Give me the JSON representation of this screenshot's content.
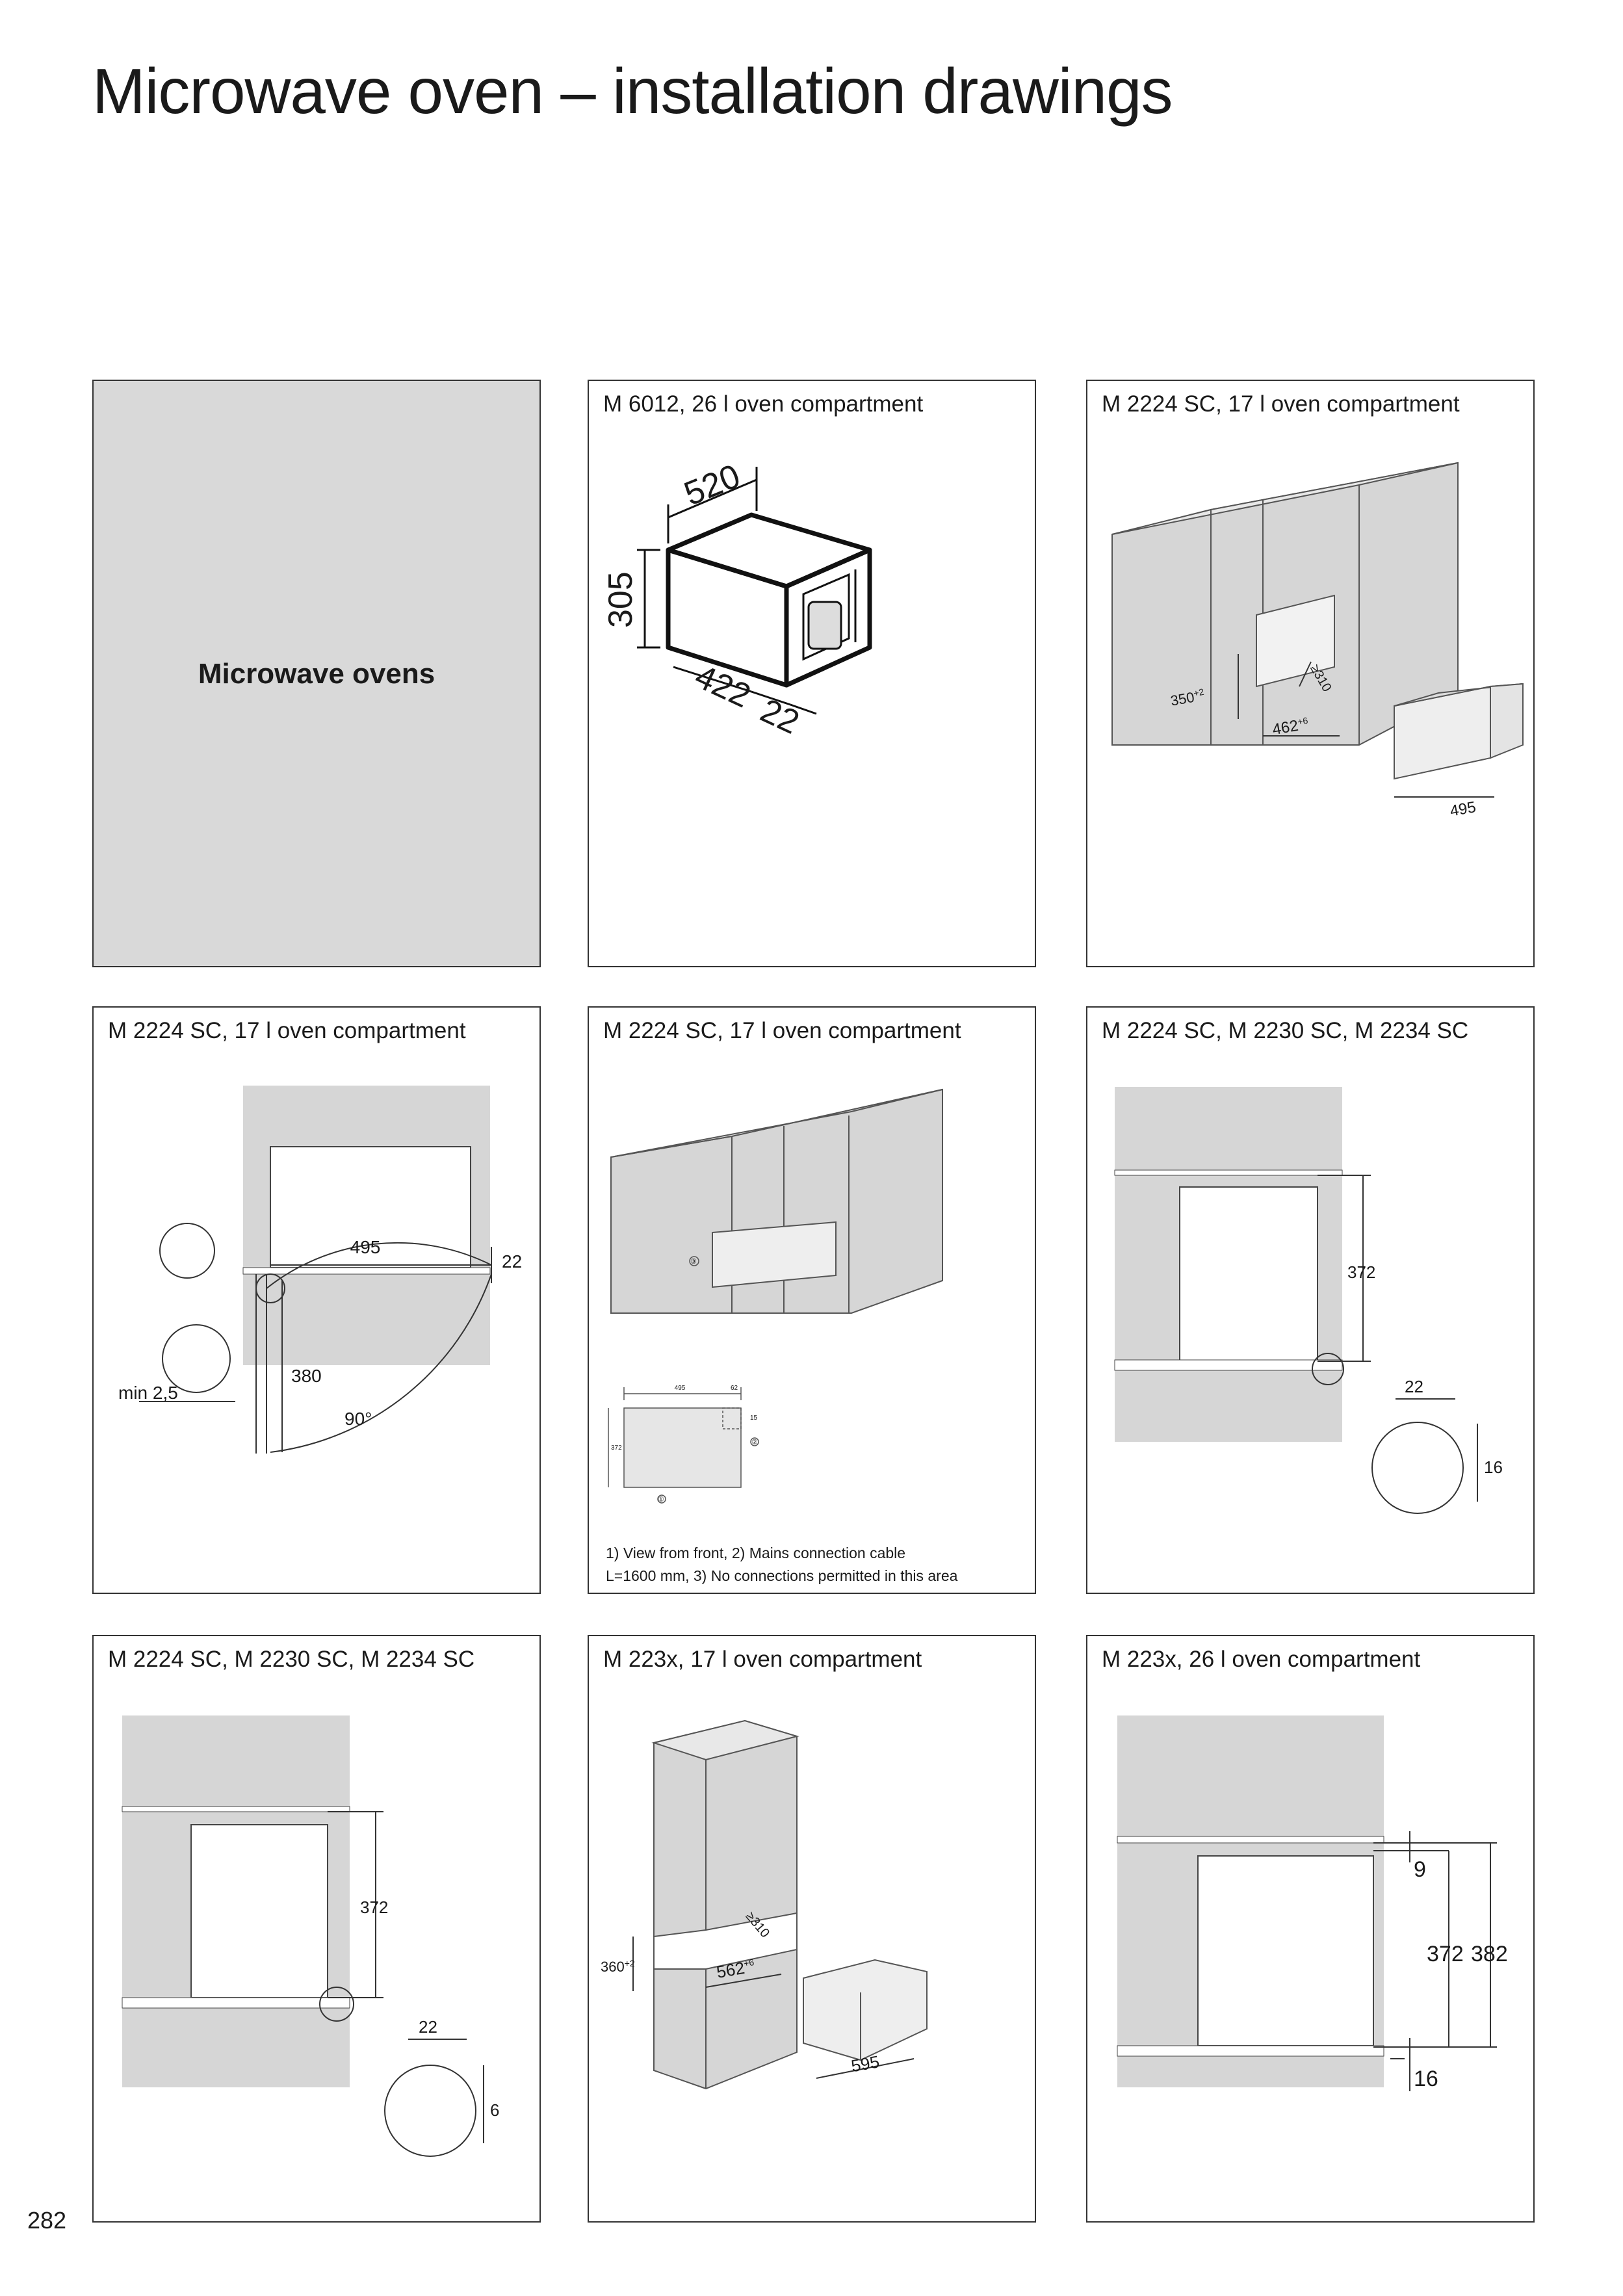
{
  "page": {
    "title": "Microwave oven – installation drawings",
    "page_number": "282"
  },
  "panels": {
    "category": {
      "label": "Microwave ovens"
    },
    "p2": {
      "caption": "M 6012, 26 l oven compartment",
      "dims": {
        "width": "520",
        "height": "305",
        "depth": "422",
        "front": "22"
      }
    },
    "p3": {
      "caption": "M 2224 SC, 17 l oven compartment",
      "dims": {
        "niche_h": "350",
        "niche_h_tol": "+2",
        "niche_w": "462",
        "niche_w_tol": "+6",
        "depth": "≥310",
        "appliance_w": "495"
      }
    },
    "p4": {
      "caption": "M 2224 SC, 17 l oven compartment",
      "dims": {
        "width": "495",
        "front": "22",
        "door": "380",
        "angle": "90°",
        "gap": "min 2,5"
      }
    },
    "p5": {
      "caption": "M 2224 SC, 17 l oven compartment",
      "dims": {
        "w": "495",
        "a": "62",
        "b": "15",
        "h": "372",
        "m1": "①",
        "m2": "②",
        "m3": "③"
      },
      "footnote_line1": "1) View from front, 2) Mains connection cable",
      "footnote_line2": "L=1600 mm, 3) No connections permitted in this area"
    },
    "p6": {
      "caption": "M 2224 SC, M 2230 SC, M 2234 SC",
      "dims": {
        "height": "372",
        "front": "22",
        "offset": "16"
      }
    },
    "p7": {
      "caption": "M 2224 SC, M 2230 SC, M 2234 SC",
      "dims": {
        "height": "372",
        "front": "22",
        "offset": "6"
      }
    },
    "p8": {
      "caption": "M 223x, 17 l oven compartment",
      "dims": {
        "niche_h": "360",
        "niche_h_tol": "+2",
        "niche_w": "562",
        "niche_w_tol": "+6",
        "depth": "≥310",
        "appliance_w": "595"
      }
    },
    "p9": {
      "caption": "M 223x, 26 l oven compartment",
      "dims": {
        "top": "9",
        "height": "372",
        "total": "382",
        "bottom": "16"
      }
    }
  }
}
